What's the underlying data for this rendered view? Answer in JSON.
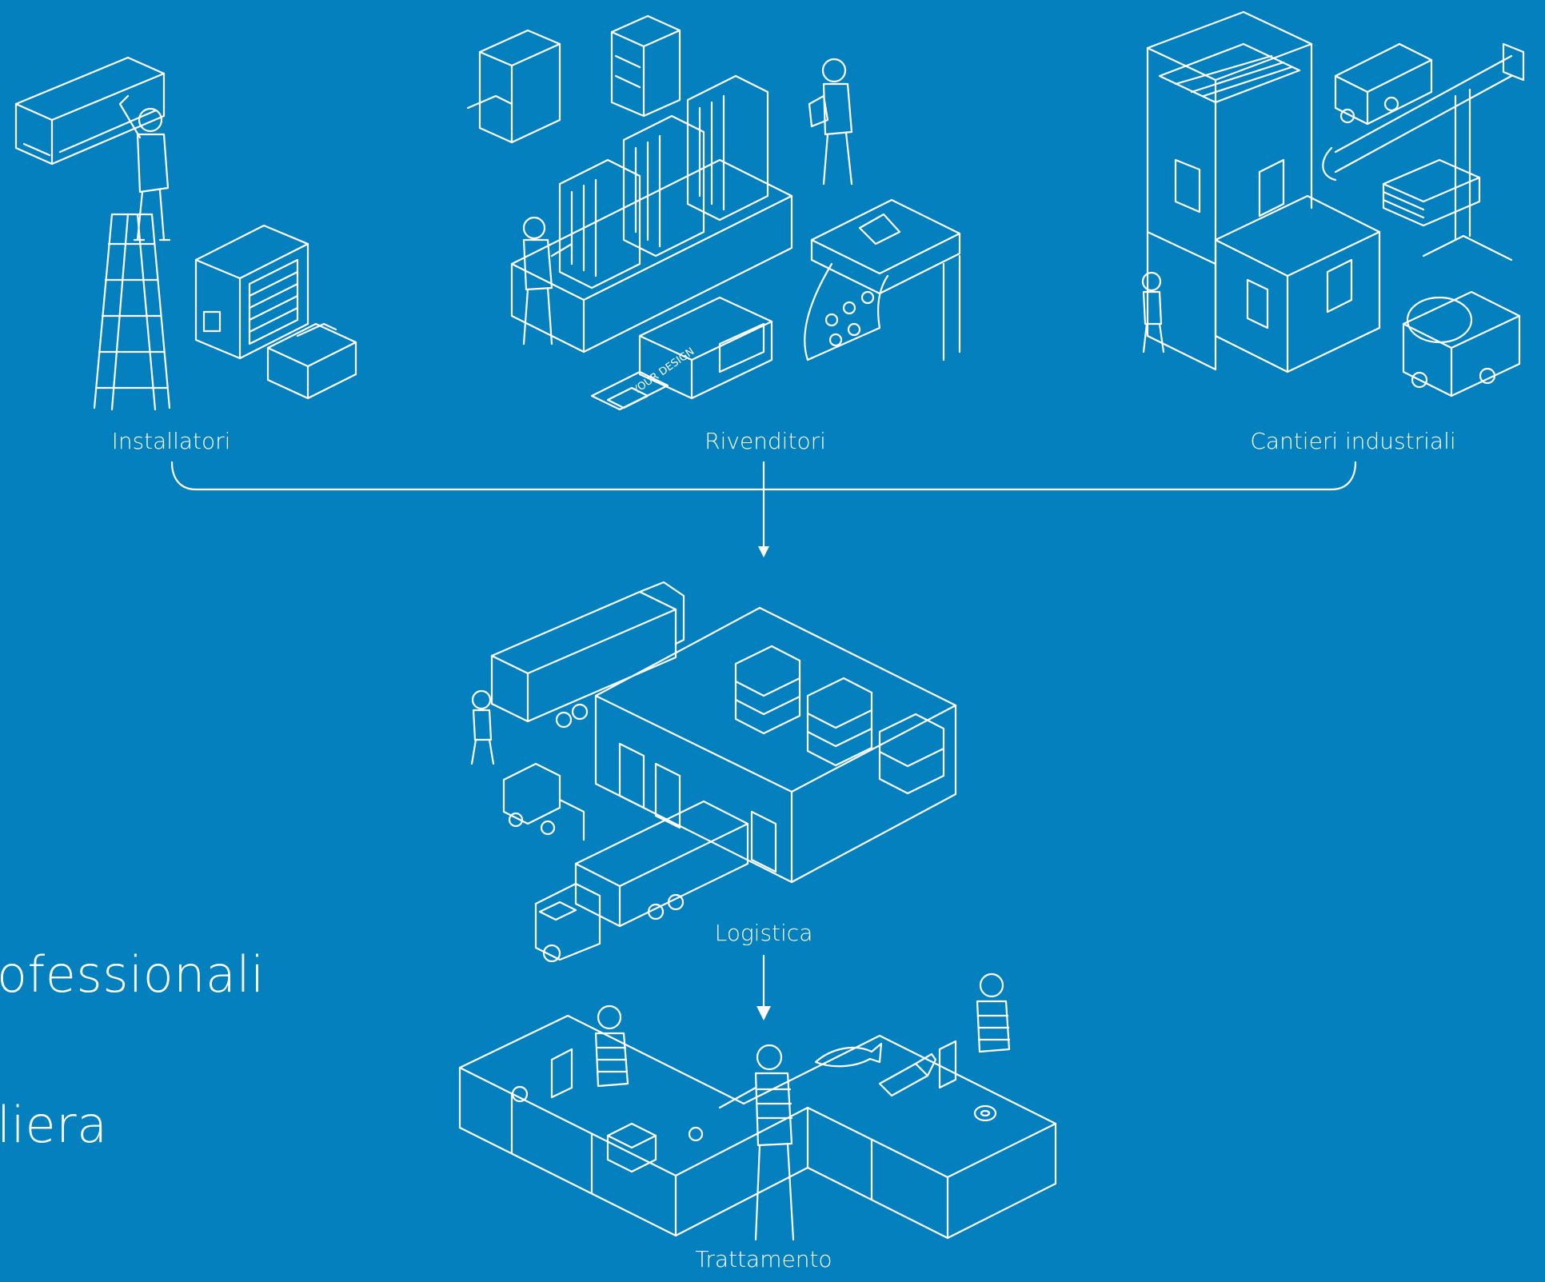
{
  "labels": {
    "installatori": "Installatori",
    "rivenditori": "Rivenditori",
    "cantieri": "Cantieri industriali",
    "logistica": "Logistica",
    "trattamento": "Trattamento"
  },
  "side_text": {
    "line1": "ofessionali",
    "line2": "liera"
  },
  "illustration_text": {
    "shirt_print": "YOUR DESIGN"
  },
  "colors": {
    "background": "#0580be",
    "line": "#ffffff"
  }
}
